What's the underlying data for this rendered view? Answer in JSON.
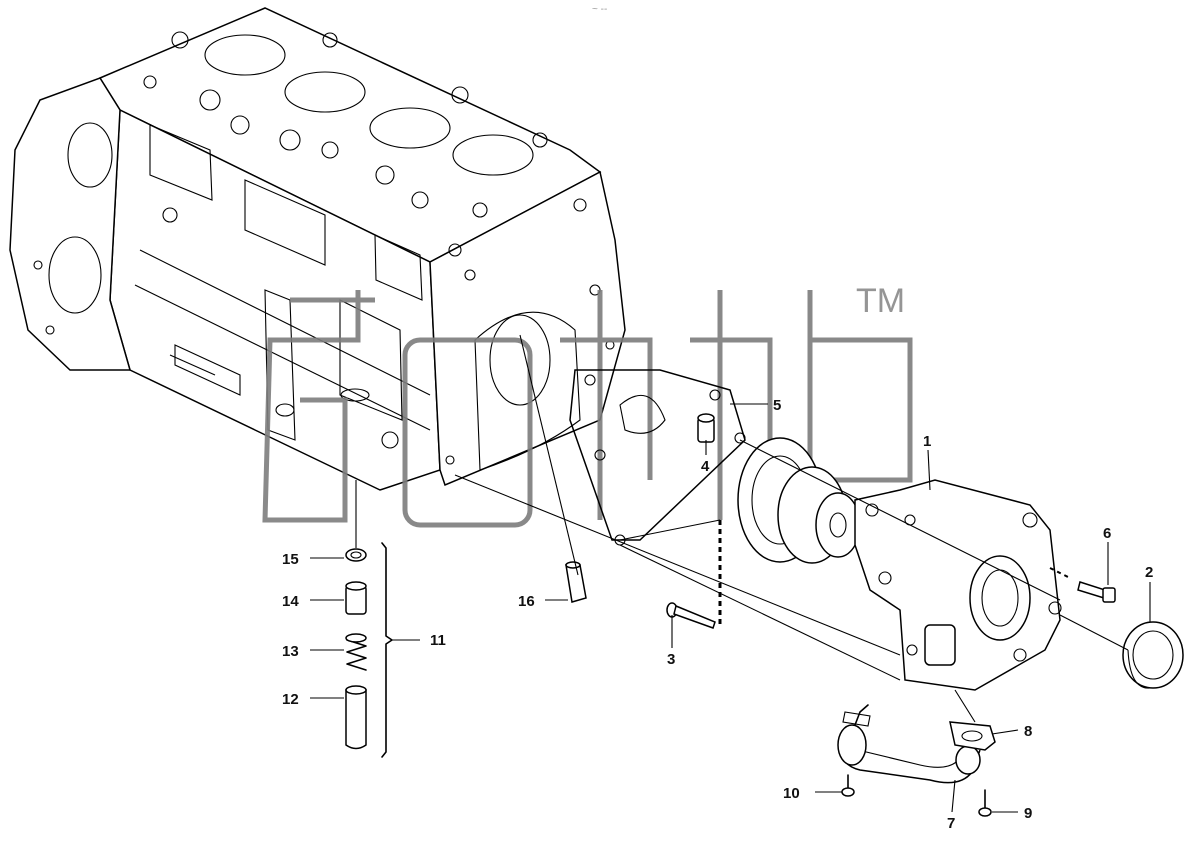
{
  "watermark": {
    "mark": "TM"
  },
  "header_mark": "~ --",
  "callouts": {
    "c1": "1",
    "c2": "2",
    "c3": "3",
    "c4": "4",
    "c5": "5",
    "c6": "6",
    "c7": "7",
    "c8": "8",
    "c9": "9",
    "c10": "10",
    "c11": "11",
    "c12": "12",
    "c13": "13",
    "c14": "14",
    "c15": "15",
    "c16": "16"
  }
}
